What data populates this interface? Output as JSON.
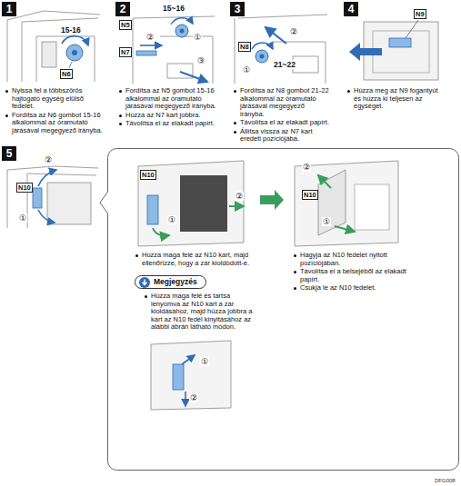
{
  "diagram": {
    "nodes": [
      {
        "text": [
          "1"
        ]
      },
      {
        "text": [
          "2"
        ]
      },
      {
        "text": [
          "3"
        ]
      },
      {
        "text": [
          "4"
        ]
      },
      {
        "text": [
          "5"
        ]
      },
      {
        "text": [
          "Húzza maga felé az N10 kart, majd ellenőrizze, hogy a zár kioldódott-e.",
          "Húzza maga felé és tartsa lenyomva az N10 kart a zár kioldásához, majd húzza jobbra a kart az N10 fedél kinyitásához az alábbi ábrán látható módon.",
          "Hagyja az N10 fedelet nyitott pozíciójában.",
          "Távolítsa el a belsejéből az elakadt papírt.",
          "Csukja le az N10 fedelet."
        ]
      },
      {
        "text": [
          "Megjegyzés"
        ],
        "in": 5
      }
    ],
    "labels": [
      "Nyissa fel a többszörös hajtogató egység elülső fedelét.",
      "Fordítsa az N6 gombot 15-16 alkalommal az óramutató járásával megegyező irányba.",
      "Fordítsa az N5 gombot 15-16 alkalommal az óramutató járásával megegyező irányba.",
      "Húzza az N7 kart jobbra.",
      "Távolítsa el az elakadt papírt.",
      "Fordítsa az N8 gombot 21-22 alkalommal az óramutató járásával megegyező irányba.",
      "Távolítsa el az elakadt papírt.",
      "Állítsa vissza az N7 kart eredeti pozíciójába.",
      "Húzza meg az N9 fogantyút és húzza ki teljesen az egységet.",
      "15-16",
      "N6",
      "15~16",
      "N5",
      "①",
      "②",
      "N7",
      "③",
      "N8",
      "②",
      "①",
      "21~22",
      "N9",
      "②",
      "N10",
      "①",
      "N10",
      "②",
      "①",
      "②",
      "N10",
      "①",
      "①",
      "②",
      "DFG008"
    ]
  }
}
